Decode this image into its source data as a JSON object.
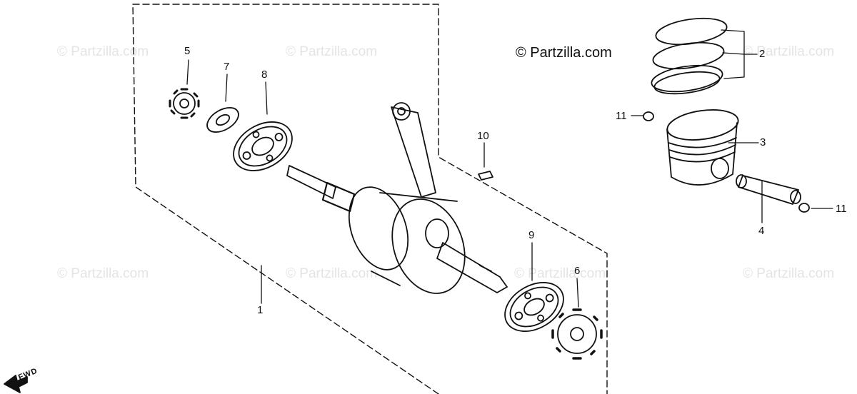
{
  "watermark": "© Partzilla.com",
  "copyright": "© Partzilla.com",
  "direction_label": "FWD",
  "callouts": {
    "c1": "1",
    "c2": "2",
    "c3": "3",
    "c4": "4",
    "c5": "5",
    "c6": "6",
    "c7": "7",
    "c8": "8",
    "c9": "9",
    "c10": "10",
    "c11a": "11",
    "c11b": "11"
  },
  "parts": [
    "crankshaft-assembly",
    "piston-ring-set",
    "piston",
    "piston-pin",
    "cam-chain-sprocket",
    "drive-sprocket",
    "washer",
    "bearing-left",
    "bearing-right",
    "key",
    "pin-clip"
  ]
}
